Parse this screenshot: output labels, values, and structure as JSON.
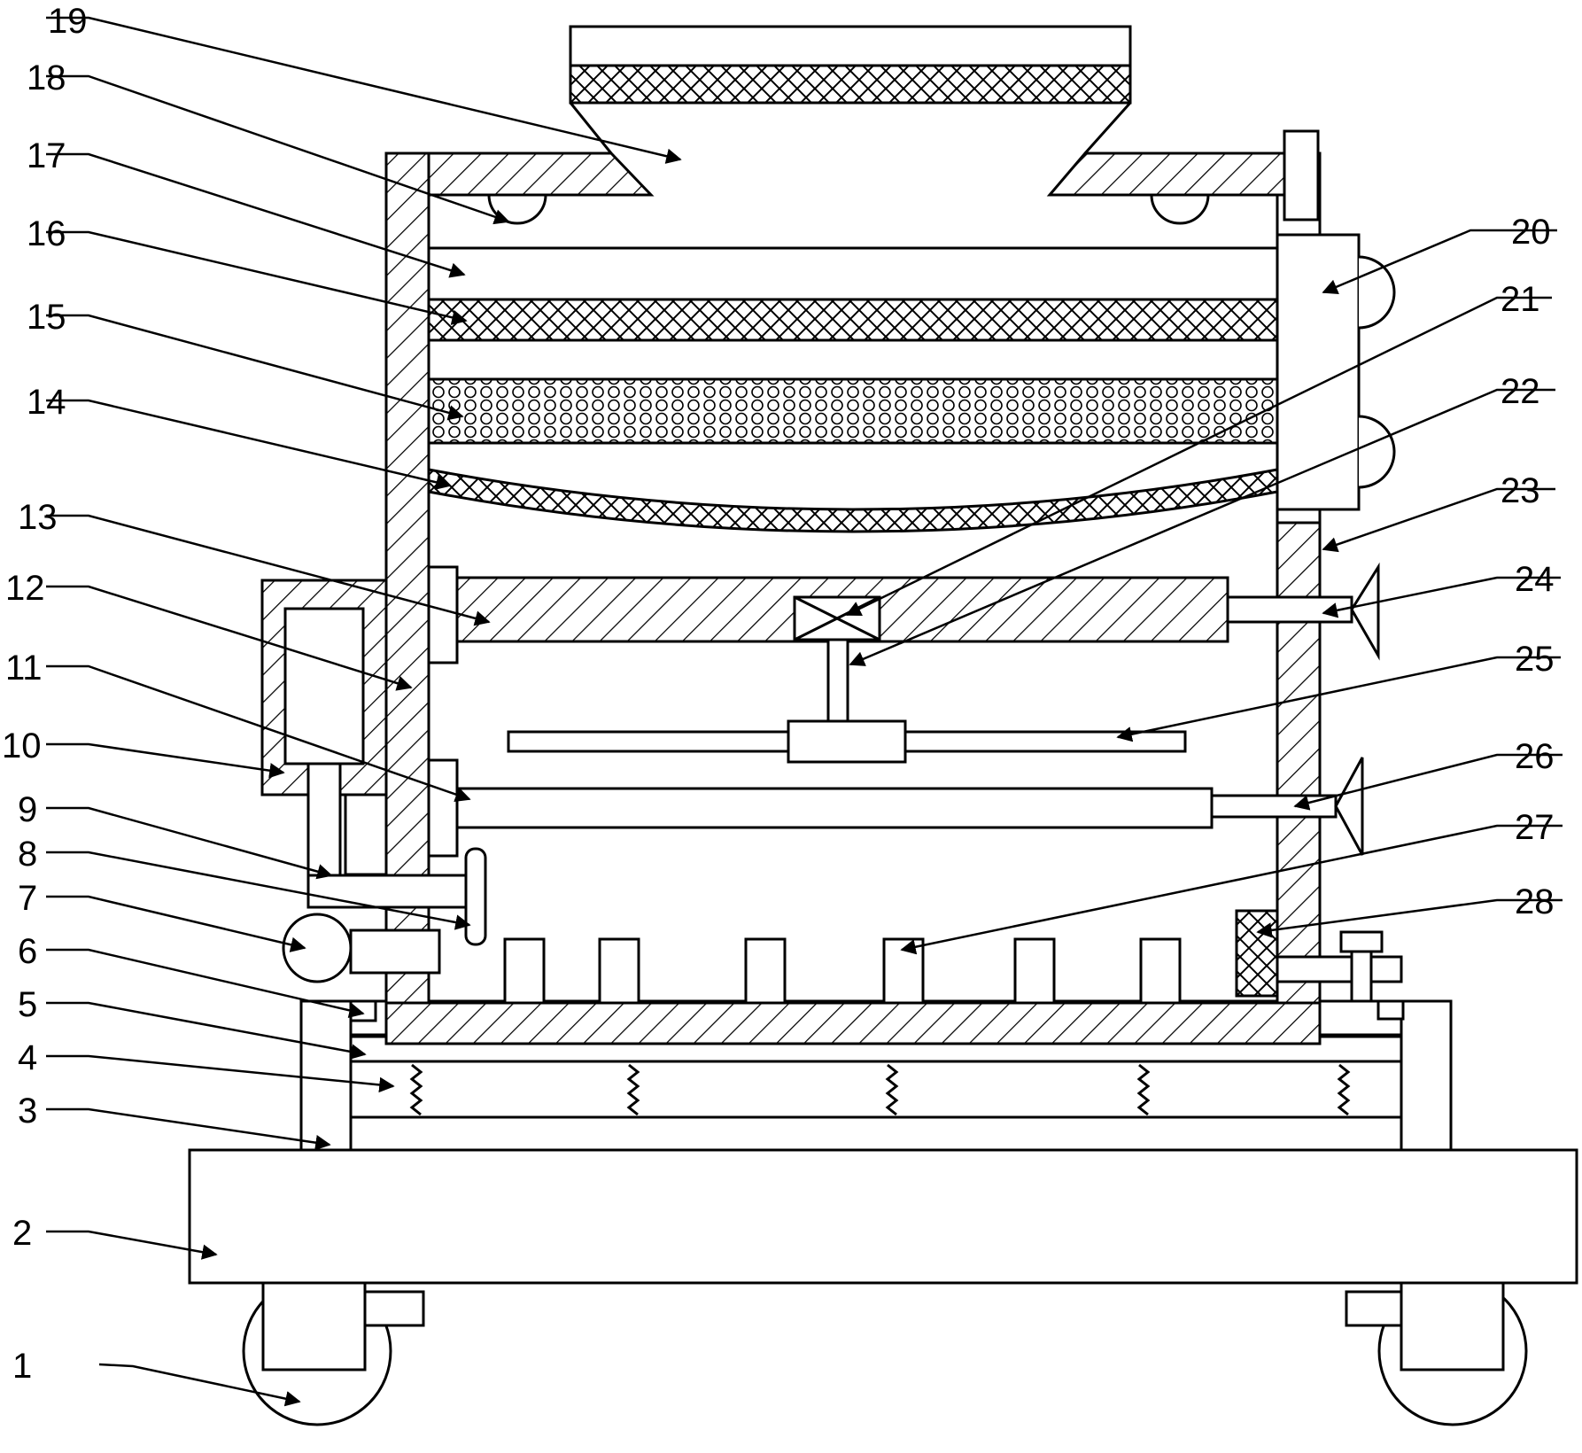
{
  "labels": [
    {
      "id": "1",
      "text": "1"
    },
    {
      "id": "2",
      "text": "2"
    },
    {
      "id": "3",
      "text": "3"
    },
    {
      "id": "4",
      "text": "4"
    },
    {
      "id": "5",
      "text": "5"
    },
    {
      "id": "6",
      "text": "6"
    },
    {
      "id": "7",
      "text": "7"
    },
    {
      "id": "8",
      "text": "8"
    },
    {
      "id": "9",
      "text": "9"
    },
    {
      "id": "10",
      "text": "10"
    },
    {
      "id": "11",
      "text": "11"
    },
    {
      "id": "12",
      "text": "12"
    },
    {
      "id": "13",
      "text": "13"
    },
    {
      "id": "14",
      "text": "14"
    },
    {
      "id": "15",
      "text": "15"
    },
    {
      "id": "16",
      "text": "16"
    },
    {
      "id": "17",
      "text": "17"
    },
    {
      "id": "18",
      "text": "18"
    },
    {
      "id": "19",
      "text": "19"
    },
    {
      "id": "20",
      "text": "20"
    },
    {
      "id": "21",
      "text": "21"
    },
    {
      "id": "22",
      "text": "22"
    },
    {
      "id": "23",
      "text": "23"
    },
    {
      "id": "24",
      "text": "24"
    },
    {
      "id": "25",
      "text": "25"
    },
    {
      "id": "26",
      "text": "26"
    },
    {
      "id": "27",
      "text": "27"
    },
    {
      "id": "28",
      "text": "28"
    }
  ]
}
